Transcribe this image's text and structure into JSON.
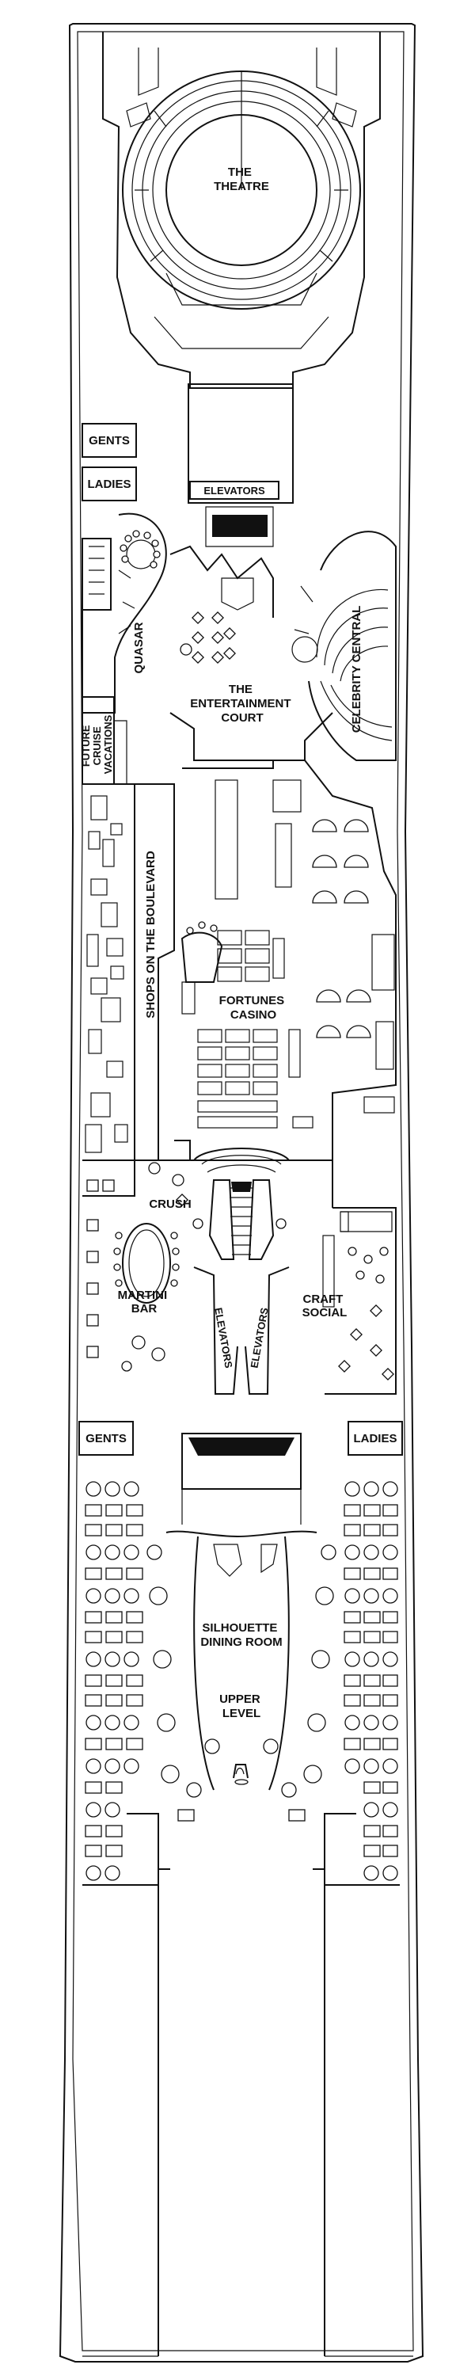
{
  "deck": {
    "colors": {
      "line": "#111111",
      "background": "#ffffff"
    },
    "areas": {
      "theatre": [
        "THE",
        "THEATRE"
      ],
      "gents_top": "GENTS",
      "ladies_top": "LADIES",
      "elevators_top": "ELEVATORS",
      "quasar": "QUASAR",
      "celebrity_central": "CELEBRITY CENTRAL",
      "entertainment_court": [
        "THE",
        "ENTERTAINMENT",
        "COURT"
      ],
      "future_cruise": [
        "FUTURE",
        "CRUISE",
        "VACATIONS"
      ],
      "shops": "SHOPS ON THE BOULEVARD",
      "casino": [
        "FORTUNES",
        "CASINO"
      ],
      "crush": "CRUSH",
      "martini_bar": [
        "MARTINI",
        "BAR"
      ],
      "craft_social": [
        "CRAFT",
        "SOCIAL"
      ],
      "elevators_left": "ELEVATORS",
      "elevators_right": "ELEVATORS",
      "gents_bottom": "GENTS",
      "ladies_bottom": "LADIES",
      "dining": [
        "SILHOUETTE",
        "DINING ROOM"
      ],
      "upper_level": [
        "UPPER",
        "LEVEL"
      ]
    }
  }
}
